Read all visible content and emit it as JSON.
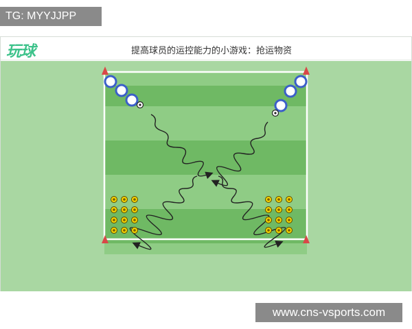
{
  "watermark_top": "TG: MYYJJPP",
  "watermark_bottom": "www.cns-vsports.com",
  "header": {
    "logo_text": "玩球",
    "title": "提高球员的运控能力的小游戏：抢运物资"
  },
  "colors": {
    "field_outer": "#a9d7a2",
    "stripe_light": "#8fcc85",
    "stripe_dark": "#6fb964",
    "line": "#ffffff",
    "cone": "#d94848",
    "player_ring": "#3b5fc9",
    "token": "#c9a000",
    "arrow": "#222222"
  }
}
